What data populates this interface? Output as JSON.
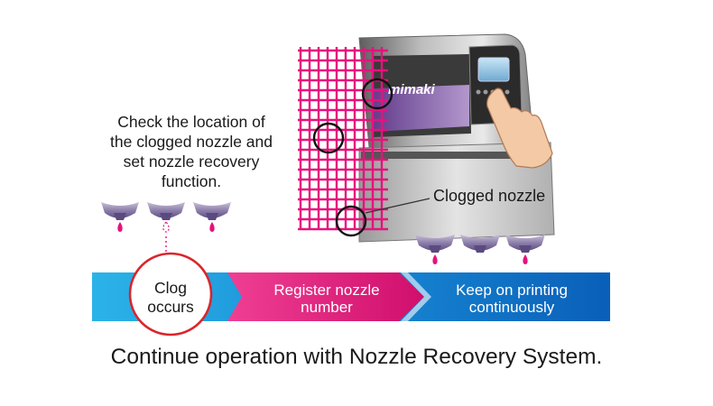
{
  "instruction": {
    "line1": "Check the location of",
    "line2": "the clogged nozzle and",
    "line3": "set nozzle recovery",
    "line4": "function."
  },
  "clogged_label": "Clogged nozzle",
  "printer_brand": "mimaki",
  "flow": {
    "step1_line1": "Clog",
    "step1_line2": "occurs",
    "step2_line1": "Register nozzle",
    "step2_line2": "number",
    "step3_line1": "Keep on printing",
    "step3_line2": "continuously"
  },
  "caption": "Continue operation with Nozzle Recovery System.",
  "colors": {
    "magenta": "#e6127d",
    "blue": "#0d6fc4",
    "cyan": "#22a9e0",
    "red_ring": "#d9262b",
    "purple": "#8a5bb5"
  }
}
